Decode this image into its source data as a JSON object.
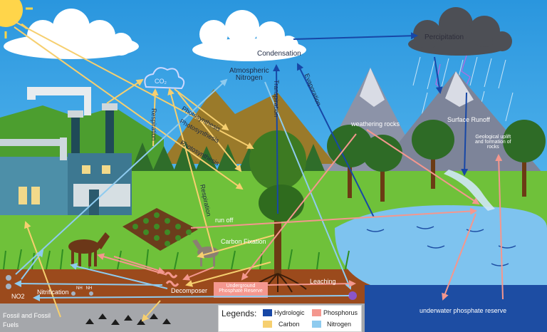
{
  "labels": {
    "co2": "CO₂",
    "condensation": "Condensation",
    "percipitation": "Percipitation",
    "atmospheric_nitrogen": "Atmospheric\nNitrogen",
    "transpiration": "Transpiration",
    "evaporation": "Evaporation",
    "respiration_top": "Respiration",
    "photosynthesis_1": "Photosynthesis",
    "photosynthesis_2": "Photosynthesis",
    "photosynthesis_3": "Photosynthesis",
    "weathering_rocks": "weathering rocks",
    "surface_runoff": "Surface Runoff",
    "geological_uplift": "Geological uplift\nand formation of\nrocks",
    "respiration_mid": "Respiration",
    "run_off": "run off",
    "carbon_fixation": "Carbon Fixation",
    "underground_reserve": "Underground\nPhosphate Reserve",
    "leaching": "Leaching",
    "decomposer": "Decomposer",
    "nitrification": "Nitrification",
    "no2": "NO2",
    "fossil_fuels": "Fossil and Fossil\nFuels",
    "underwater_reserve": "underwater phosphate reserve",
    "nh_small": "NH   NH"
  },
  "legend": {
    "title": "Legends:",
    "items": [
      {
        "label": "Hydrologic",
        "color": "#1747a6"
      },
      {
        "label": "Phosphorus",
        "color": "#f4978e"
      },
      {
        "label": "Carbon",
        "color": "#f6cf6f"
      },
      {
        "label": "Nitrogen",
        "color": "#8ecbef"
      }
    ]
  },
  "colors": {
    "hydrologic": "#1747a6",
    "phosphorus": "#f4978e",
    "carbon": "#f6cf6f",
    "nitrogen": "#8ecbef"
  }
}
